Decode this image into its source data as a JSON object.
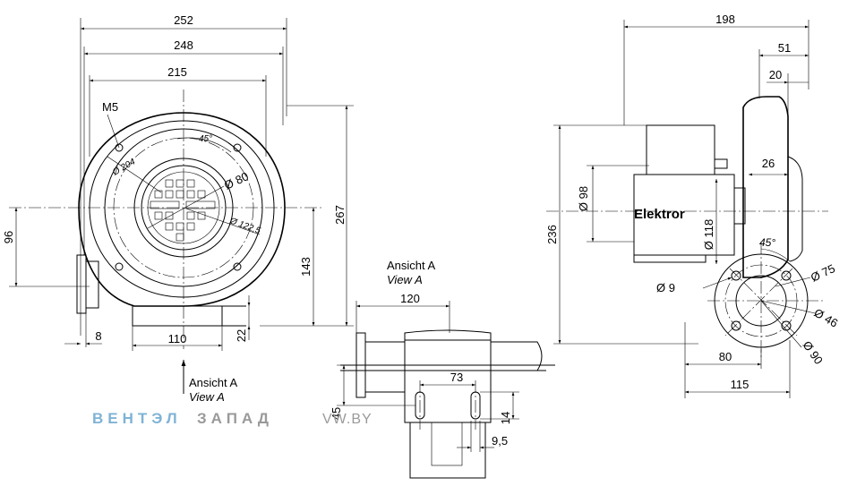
{
  "front_view": {
    "dims": {
      "w252": "252",
      "w248": "248",
      "w215": "215",
      "m5": "M5",
      "d204": "Ø 204",
      "angle45": "45°",
      "d80": "Ø 80",
      "d122": "Ø 122,5",
      "h267": "267",
      "h143": "143",
      "h96": "96",
      "w8": "8",
      "w110": "110",
      "h22": "22"
    },
    "arrow_label_de": "Ansicht A",
    "arrow_label_en": "View A"
  },
  "view_a": {
    "title_de": "Ansicht A",
    "title_en": "View A",
    "dims": {
      "w120": "120",
      "w73": "73",
      "h45": "45",
      "h14": "14",
      "w95": "9,5"
    }
  },
  "side_view": {
    "dims": {
      "w198": "198",
      "w51": "51",
      "w20": "20",
      "w26": "26",
      "d98": "Ø 98",
      "h236": "236",
      "d118": "Ø 118",
      "angle45": "45°",
      "d75": "Ø 75",
      "d9": "Ø 9",
      "d46": "Ø 46",
      "d90": "Ø 90",
      "w80": "80",
      "w115": "115"
    },
    "brand": "Elektror"
  },
  "watermark": {
    "part_blue": "ВЕНТЭЛ",
    "part_gray": "ЗАПАД",
    "domain": "VW.BY",
    "colors": {
      "blue": "#7fb3d5",
      "gray": "#9a9a9a"
    }
  }
}
